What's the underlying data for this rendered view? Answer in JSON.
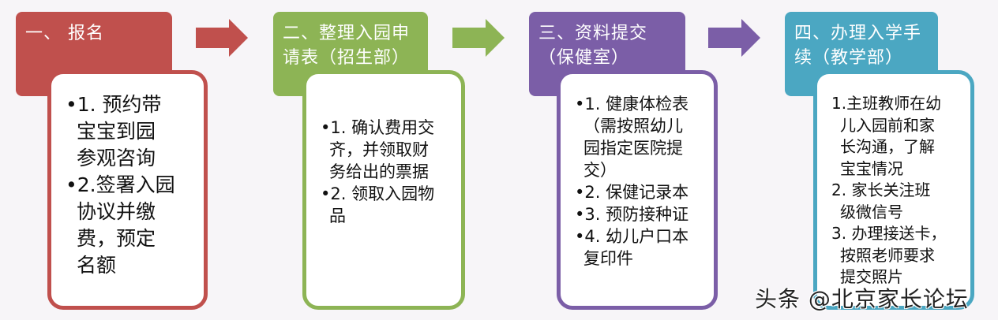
{
  "colors": {
    "step1": "#c0504d",
    "step2": "#8db455",
    "step3": "#7b5ea7",
    "step4": "#4ba7c2",
    "background": "#f7f5f8"
  },
  "steps": [
    {
      "title_lines": [
        "一、 报名"
      ],
      "items": [
        {
          "lines": [
            "•1. 预约带",
            "宝宝到园",
            "参观咨询"
          ]
        },
        {
          "lines": [
            "•2.签署入园",
            "协议并缴",
            "费，预定",
            "名额"
          ]
        }
      ]
    },
    {
      "title_lines": [
        "二、整理入园申",
        "请表（招生部）"
      ],
      "items": [
        {
          "lines": [
            "•1. 确认费用交",
            "齐，并领取财",
            "务给出的票据"
          ]
        },
        {
          "lines": [
            "•2. 领取入园物",
            "品"
          ]
        }
      ]
    },
    {
      "title_lines": [
        "三、资料提交",
        "（保健室）"
      ],
      "items": [
        {
          "lines": [
            "•1. 健康体检表",
            "（需按照幼儿",
            "园指定医院提",
            "交）"
          ]
        },
        {
          "lines": [
            "•2. 保健记录本"
          ]
        },
        {
          "lines": [
            "•3. 预防接种证"
          ]
        },
        {
          "lines": [
            "•4. 幼儿户口本",
            "复印件"
          ]
        }
      ]
    },
    {
      "title_lines": [
        "四、办理入学手",
        "续（教学部）"
      ],
      "items": [
        {
          "lines": [
            "1.主班教师在幼",
            "儿入园前和家",
            "长沟通，了解",
            "宝宝情况"
          ]
        },
        {
          "lines": [
            "2. 家长关注班",
            "级微信号"
          ]
        },
        {
          "lines": [
            "3. 办理接送卡，",
            "按照老师要求",
            "提交照片"
          ]
        }
      ]
    }
  ],
  "arrows": [
    {
      "icon": "arrow-right-icon",
      "color": "#c0504d"
    },
    {
      "icon": "arrow-right-icon",
      "color": "#8db455"
    },
    {
      "icon": "arrow-right-icon",
      "color": "#7b5ea7"
    }
  ],
  "watermark": "头条 @北京家长论坛"
}
